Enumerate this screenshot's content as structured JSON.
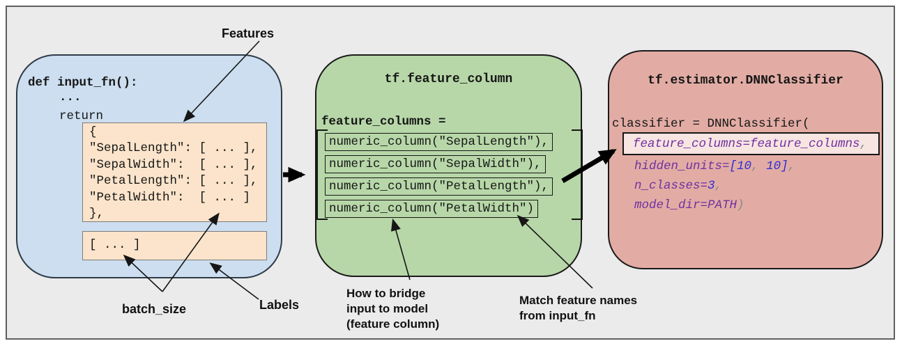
{
  "annotations": {
    "features": "Features",
    "batch_size": "batch_size",
    "labels": "Labels",
    "bridge_line1": "How to bridge",
    "bridge_line2": "input to model",
    "bridge_line3": "(feature column)",
    "match_line1": "Match feature names",
    "match_line2": "from input_fn"
  },
  "input_fn": {
    "def_line": "def input_fn():",
    "ellipsis": "...",
    "return_kw": "return",
    "dict_lines": {
      "l0": "{",
      "l1": "\"SepalLength\": [ ... ],",
      "l2": "\"SepalWidth\":  [ ... ],",
      "l3": "\"PetalLength\": [ ... ],",
      "l4": "\"PetalWidth\":  [ ... ]",
      "l5": "},"
    },
    "labels_line": "[ ... ]"
  },
  "feature_column": {
    "title": "tf.feature_column",
    "assign_line": "feature_columns =",
    "items": [
      "numeric_column(\"SepalLength\"),",
      "numeric_column(\"SepalWidth\"),",
      "numeric_column(\"PetalLength\"),",
      "numeric_column(\"PetalWidth\")"
    ]
  },
  "estimator": {
    "title": "tf.estimator.DNNClassifier",
    "call_line": "classifier = DNNClassifier(",
    "boxed_arg": {
      "p": "feature_columns=feature_columns",
      "g": ","
    },
    "args": [
      {
        "p1": "hidden_units=",
        "b1": "[10",
        "g1": ", ",
        "b2": "10]",
        "g2": ","
      },
      {
        "p1": "n_classes=",
        "b1": "3",
        "g2": ","
      },
      {
        "p1": "model_dir=PATH",
        "g2": ")"
      }
    ]
  },
  "colors": {
    "panel_bg": "#ebebeb",
    "input_box": "#ccdeef",
    "feature_column_box": "#b7d7a8",
    "estimator_box": "#e2aca4",
    "dict_box": "#fbe4cb",
    "highlight_box": "#f7e5e1",
    "code_purple": "#7030a0",
    "code_blue": "#2d2dd0",
    "code_gray": "#8a8a8a"
  }
}
